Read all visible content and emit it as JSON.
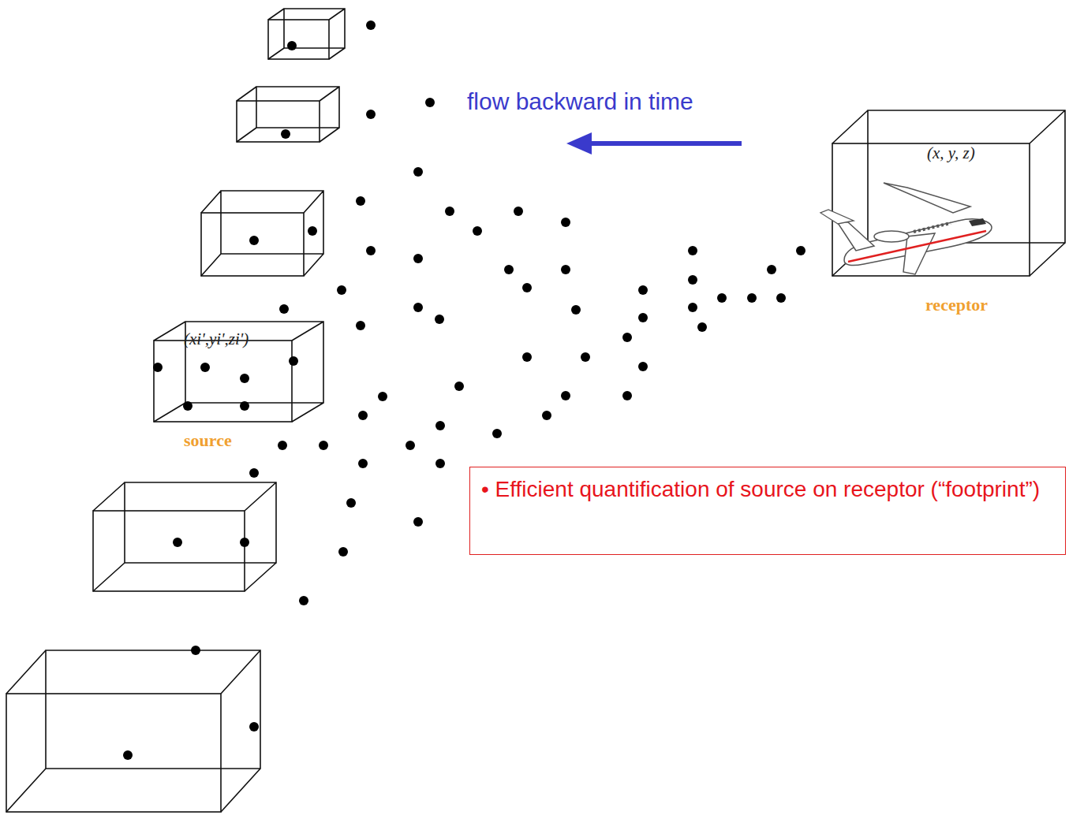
{
  "diagram": {
    "nodes": [
      {
        "text": [
          "(x, y, z)",
          "receptor"
        ]
      },
      {
        "text": [
          "(xi',yi',zi')",
          "source"
        ]
      },
      {
        "text": [
          "• Efficient quantification of source on receptor (“footprint”)"
        ]
      }
    ],
    "labels": [
      "flow backward in time"
    ]
  }
}
